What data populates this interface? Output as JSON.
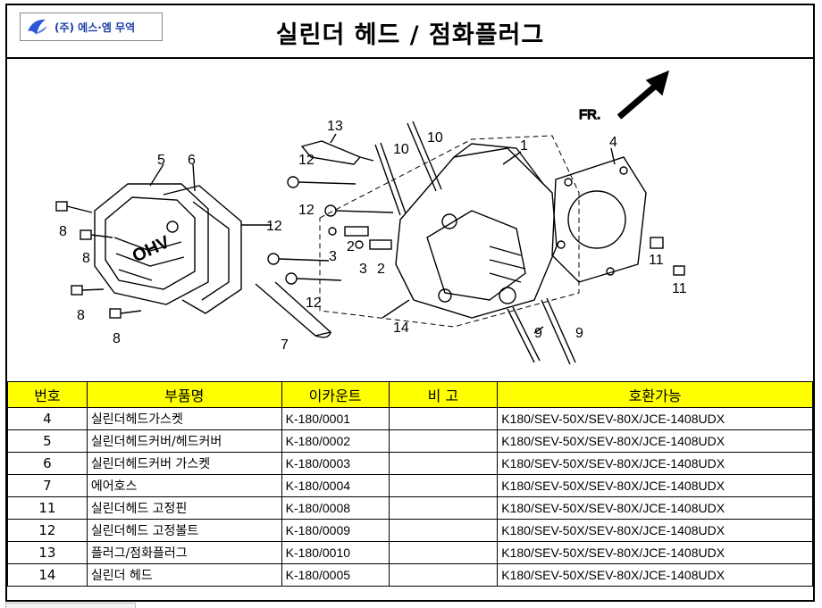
{
  "logo": {
    "text": "(주) 에스·엠 무역",
    "brand_color": "#1a3fa8",
    "mark_color": "#2a55d8"
  },
  "title": "실린더 헤드 / 점화플러그",
  "diagram": {
    "direction_label": "FR.",
    "callouts": [
      "1",
      "2",
      "2",
      "3",
      "3",
      "4",
      "5",
      "6",
      "7",
      "8",
      "8",
      "8",
      "8",
      "9",
      "9",
      "10",
      "10",
      "11",
      "11",
      "12",
      "12",
      "12",
      "12",
      "13",
      "14"
    ],
    "cover_emboss": "OHV"
  },
  "table": {
    "header_color": "#ffff00",
    "headers": [
      "번호",
      "부품명",
      "이카운트",
      "비 고",
      "호환가능"
    ],
    "rows": [
      {
        "no": "4",
        "name": "실린더헤드가스켓",
        "code": "K-180/0001",
        "note": "",
        "compat": "K180/SEV-50X/SEV-80X/JCE-1408UDX"
      },
      {
        "no": "5",
        "name": "실린더헤드커버/헤드커버",
        "code": "K-180/0002",
        "note": "",
        "compat": "K180/SEV-50X/SEV-80X/JCE-1408UDX"
      },
      {
        "no": "6",
        "name": "실린더헤드커버 가스켓",
        "code": "K-180/0003",
        "note": "",
        "compat": "K180/SEV-50X/SEV-80X/JCE-1408UDX"
      },
      {
        "no": "7",
        "name": "에어호스",
        "code": "K-180/0004",
        "note": "",
        "compat": "K180/SEV-50X/SEV-80X/JCE-1408UDX"
      },
      {
        "no": "11",
        "name": "실린더헤드 고정핀",
        "code": "K-180/0008",
        "note": "",
        "compat": "K180/SEV-50X/SEV-80X/JCE-1408UDX"
      },
      {
        "no": "12",
        "name": "실린더헤드 고정볼트",
        "code": "K-180/0009",
        "note": "",
        "compat": "K180/SEV-50X/SEV-80X/JCE-1408UDX"
      },
      {
        "no": "13",
        "name": "플러그/점화플러그",
        "code": "K-180/0010",
        "note": "",
        "compat": "K180/SEV-50X/SEV-80X/JCE-1408UDX"
      },
      {
        "no": "14",
        "name": "실린더 헤드",
        "code": "K-180/0005",
        "note": "",
        "compat": "K180/SEV-50X/SEV-80X/JCE-1408UDX"
      }
    ]
  }
}
